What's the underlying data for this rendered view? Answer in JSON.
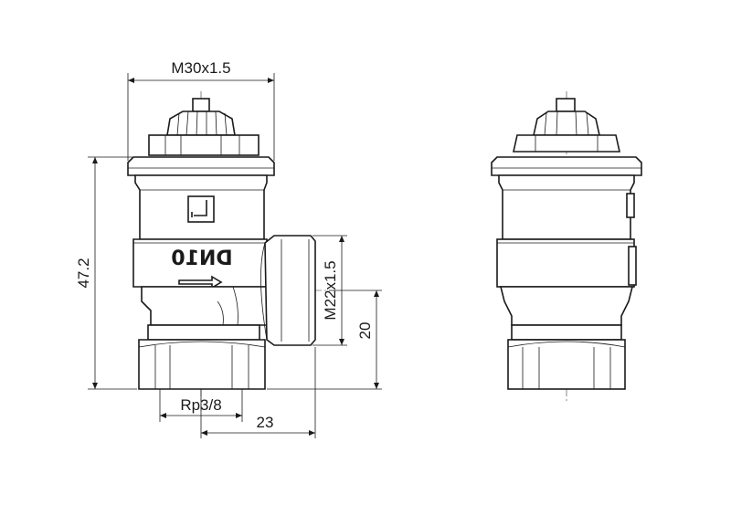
{
  "dimensions": {
    "thread_top": "M30x1.5",
    "height": "47.2",
    "outlet_thread": "M22x1.5",
    "outlet_height": "20",
    "inlet_thread": "Rp3/8",
    "offset": "23"
  },
  "body_marking": "DN10",
  "colors": {
    "line": "#1a1a1a",
    "background": "#ffffff"
  }
}
